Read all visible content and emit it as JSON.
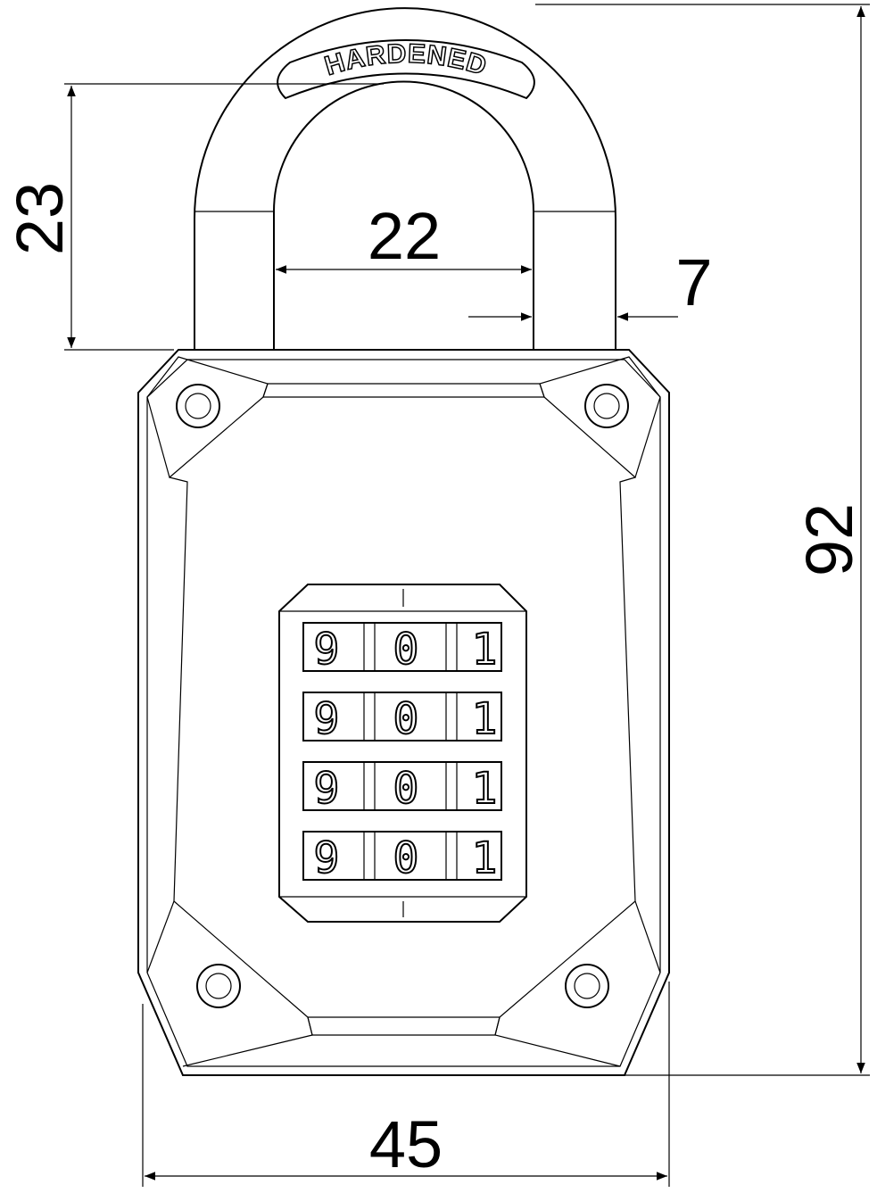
{
  "title": "Combination padlock dimension drawing",
  "shackle_label": "HARDENED",
  "dimensions": {
    "shackle_clearance": "23",
    "shackle_inner_width": "22",
    "shackle_diameter": "7",
    "overall_height": "92",
    "body_width": "45"
  },
  "dials": [
    {
      "digits": [
        "9",
        "0",
        "1"
      ]
    },
    {
      "digits": [
        "9",
        "0",
        "1"
      ]
    },
    {
      "digits": [
        "9",
        "0",
        "1"
      ]
    },
    {
      "digits": [
        "9",
        "0",
        "1"
      ]
    }
  ]
}
